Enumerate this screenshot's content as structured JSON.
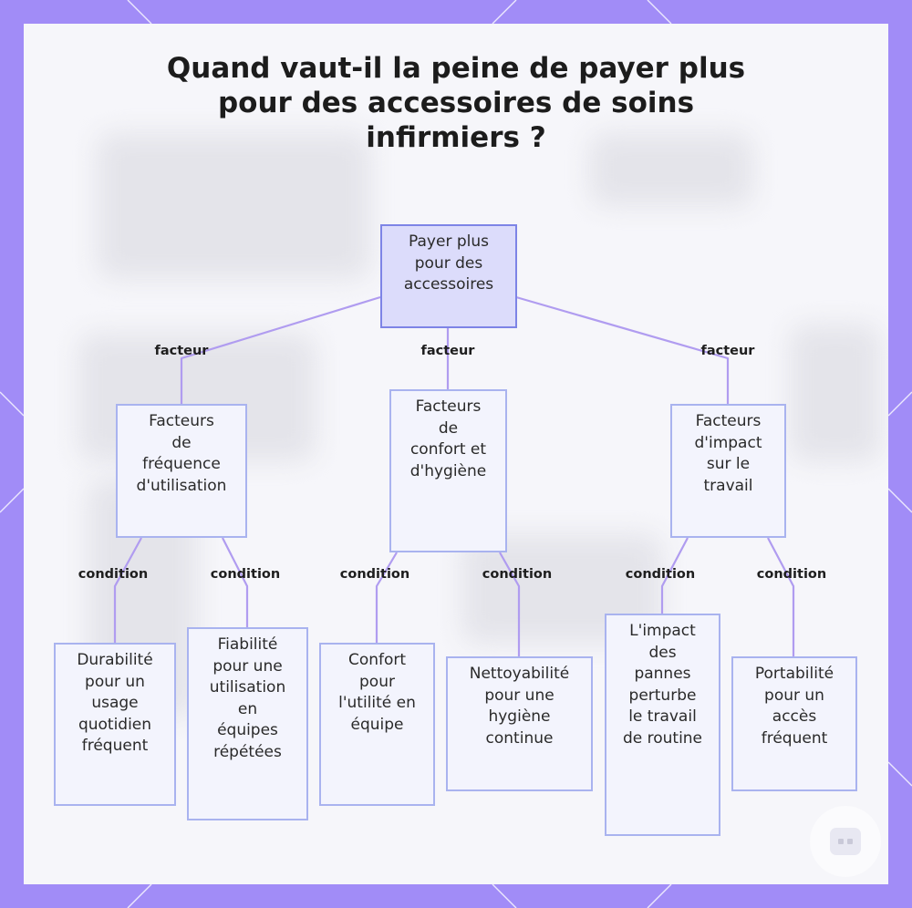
{
  "title_lines": [
    "Quand vaut-il la peine de payer plus",
    "pour des accessoires de soins",
    "infirmiers ?"
  ],
  "nodes": {
    "root": [
      "Payer plus",
      "pour des",
      "accessoires"
    ],
    "freq": [
      "Facteurs",
      "de",
      "fréquence",
      "d'utilisation"
    ],
    "comfort": [
      "Facteurs",
      "de",
      "confort et",
      "d'hygiène"
    ],
    "impact": [
      "Facteurs",
      "d'impact",
      "sur le",
      "travail"
    ],
    "durability": [
      "Durabilité",
      "pour un",
      "usage",
      "quotidien",
      "fréquent"
    ],
    "reliability": [
      "Fiabilité",
      "pour une",
      "utilisation",
      "en",
      "équipes",
      "répétées"
    ],
    "comfort_use": [
      "Confort",
      "pour",
      "l'utilité en",
      "équipe"
    ],
    "cleanability": [
      "Nettoyabilité",
      "pour une",
      "hygiène",
      "continue"
    ],
    "breakdown": [
      "L'impact",
      "des",
      "pannes",
      "perturbe",
      "le travail",
      "de routine"
    ],
    "portability": [
      "Portabilité",
      "pour un",
      "accès",
      "fréquent"
    ]
  },
  "edge_labels": {
    "factor": "facteur",
    "condition": "condition"
  },
  "colors": {
    "frame": "#a18cf7",
    "panel": "#f6f6fa",
    "node_fill": "#f3f4fd",
    "node_border": "#a9b3ef",
    "root_fill": "#dcdcfb",
    "root_border": "#7d84e6",
    "edge": "#b09cf0"
  },
  "icons": {
    "badge": "robot-face-icon"
  }
}
